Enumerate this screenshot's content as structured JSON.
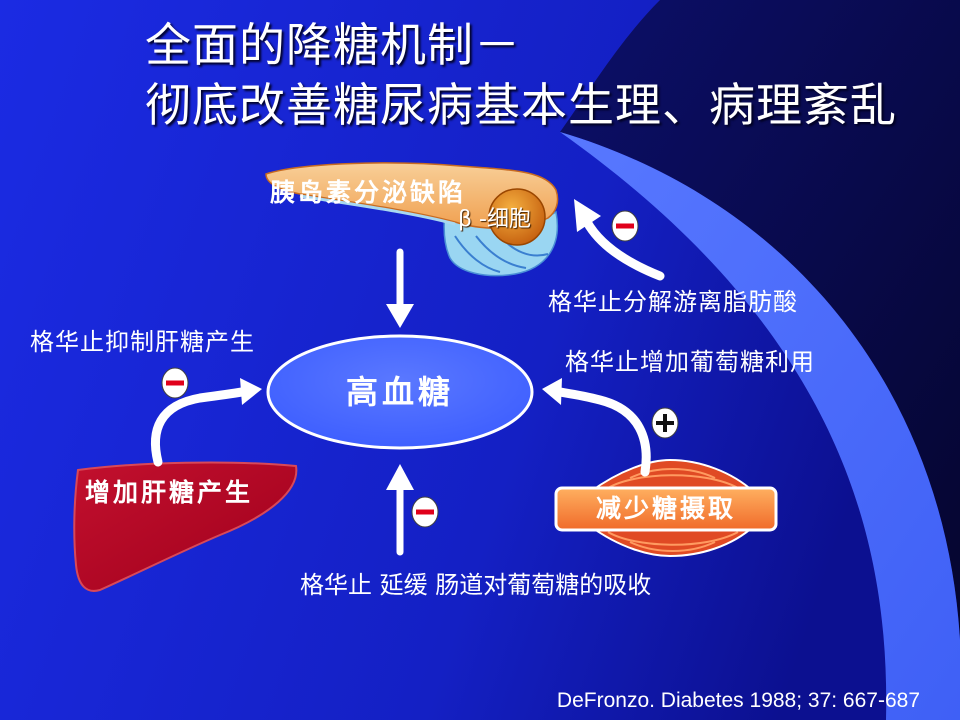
{
  "slide": {
    "title": [
      "全面的降糖机制－",
      "彻底改善糖尿病基本生理、病理紊乱"
    ],
    "citation": "DeFronzo. Diabetes 1988; 37: 667-687"
  },
  "diagram": {
    "center": {
      "label": "高血糖"
    },
    "pancreas": {
      "defect_label": "胰岛素分泌缺陷",
      "cell_label": "β -细胞"
    },
    "liver": {
      "defect_label": "增加肝糖产生"
    },
    "muscle": {
      "defect_label": "减少糖摄取"
    },
    "actions": {
      "fatty_acid": {
        "label": "格华止分解游离脂肪酸",
        "icon": "minus-circle-icon"
      },
      "liver": {
        "label": "格华止抑制肝糖产生",
        "icon": "minus-circle-icon"
      },
      "muscle": {
        "label": "格华止增加葡萄糖利用",
        "icon": "plus-circle-icon"
      },
      "gut": {
        "label": "格华止 延缓 肠道对葡萄糖的吸收",
        "icon": "minus-circle-icon"
      }
    }
  },
  "colors": {
    "background": "#1b2be3",
    "background_dark": "#05052e",
    "swoosh": "#3f60f6",
    "ellipse": "#3a5bff",
    "liver": "#a0001c",
    "pancreas": "#f0a050",
    "muscle": "#f06a2a",
    "minus": "#e0001b",
    "arrow": "#ffffff"
  }
}
